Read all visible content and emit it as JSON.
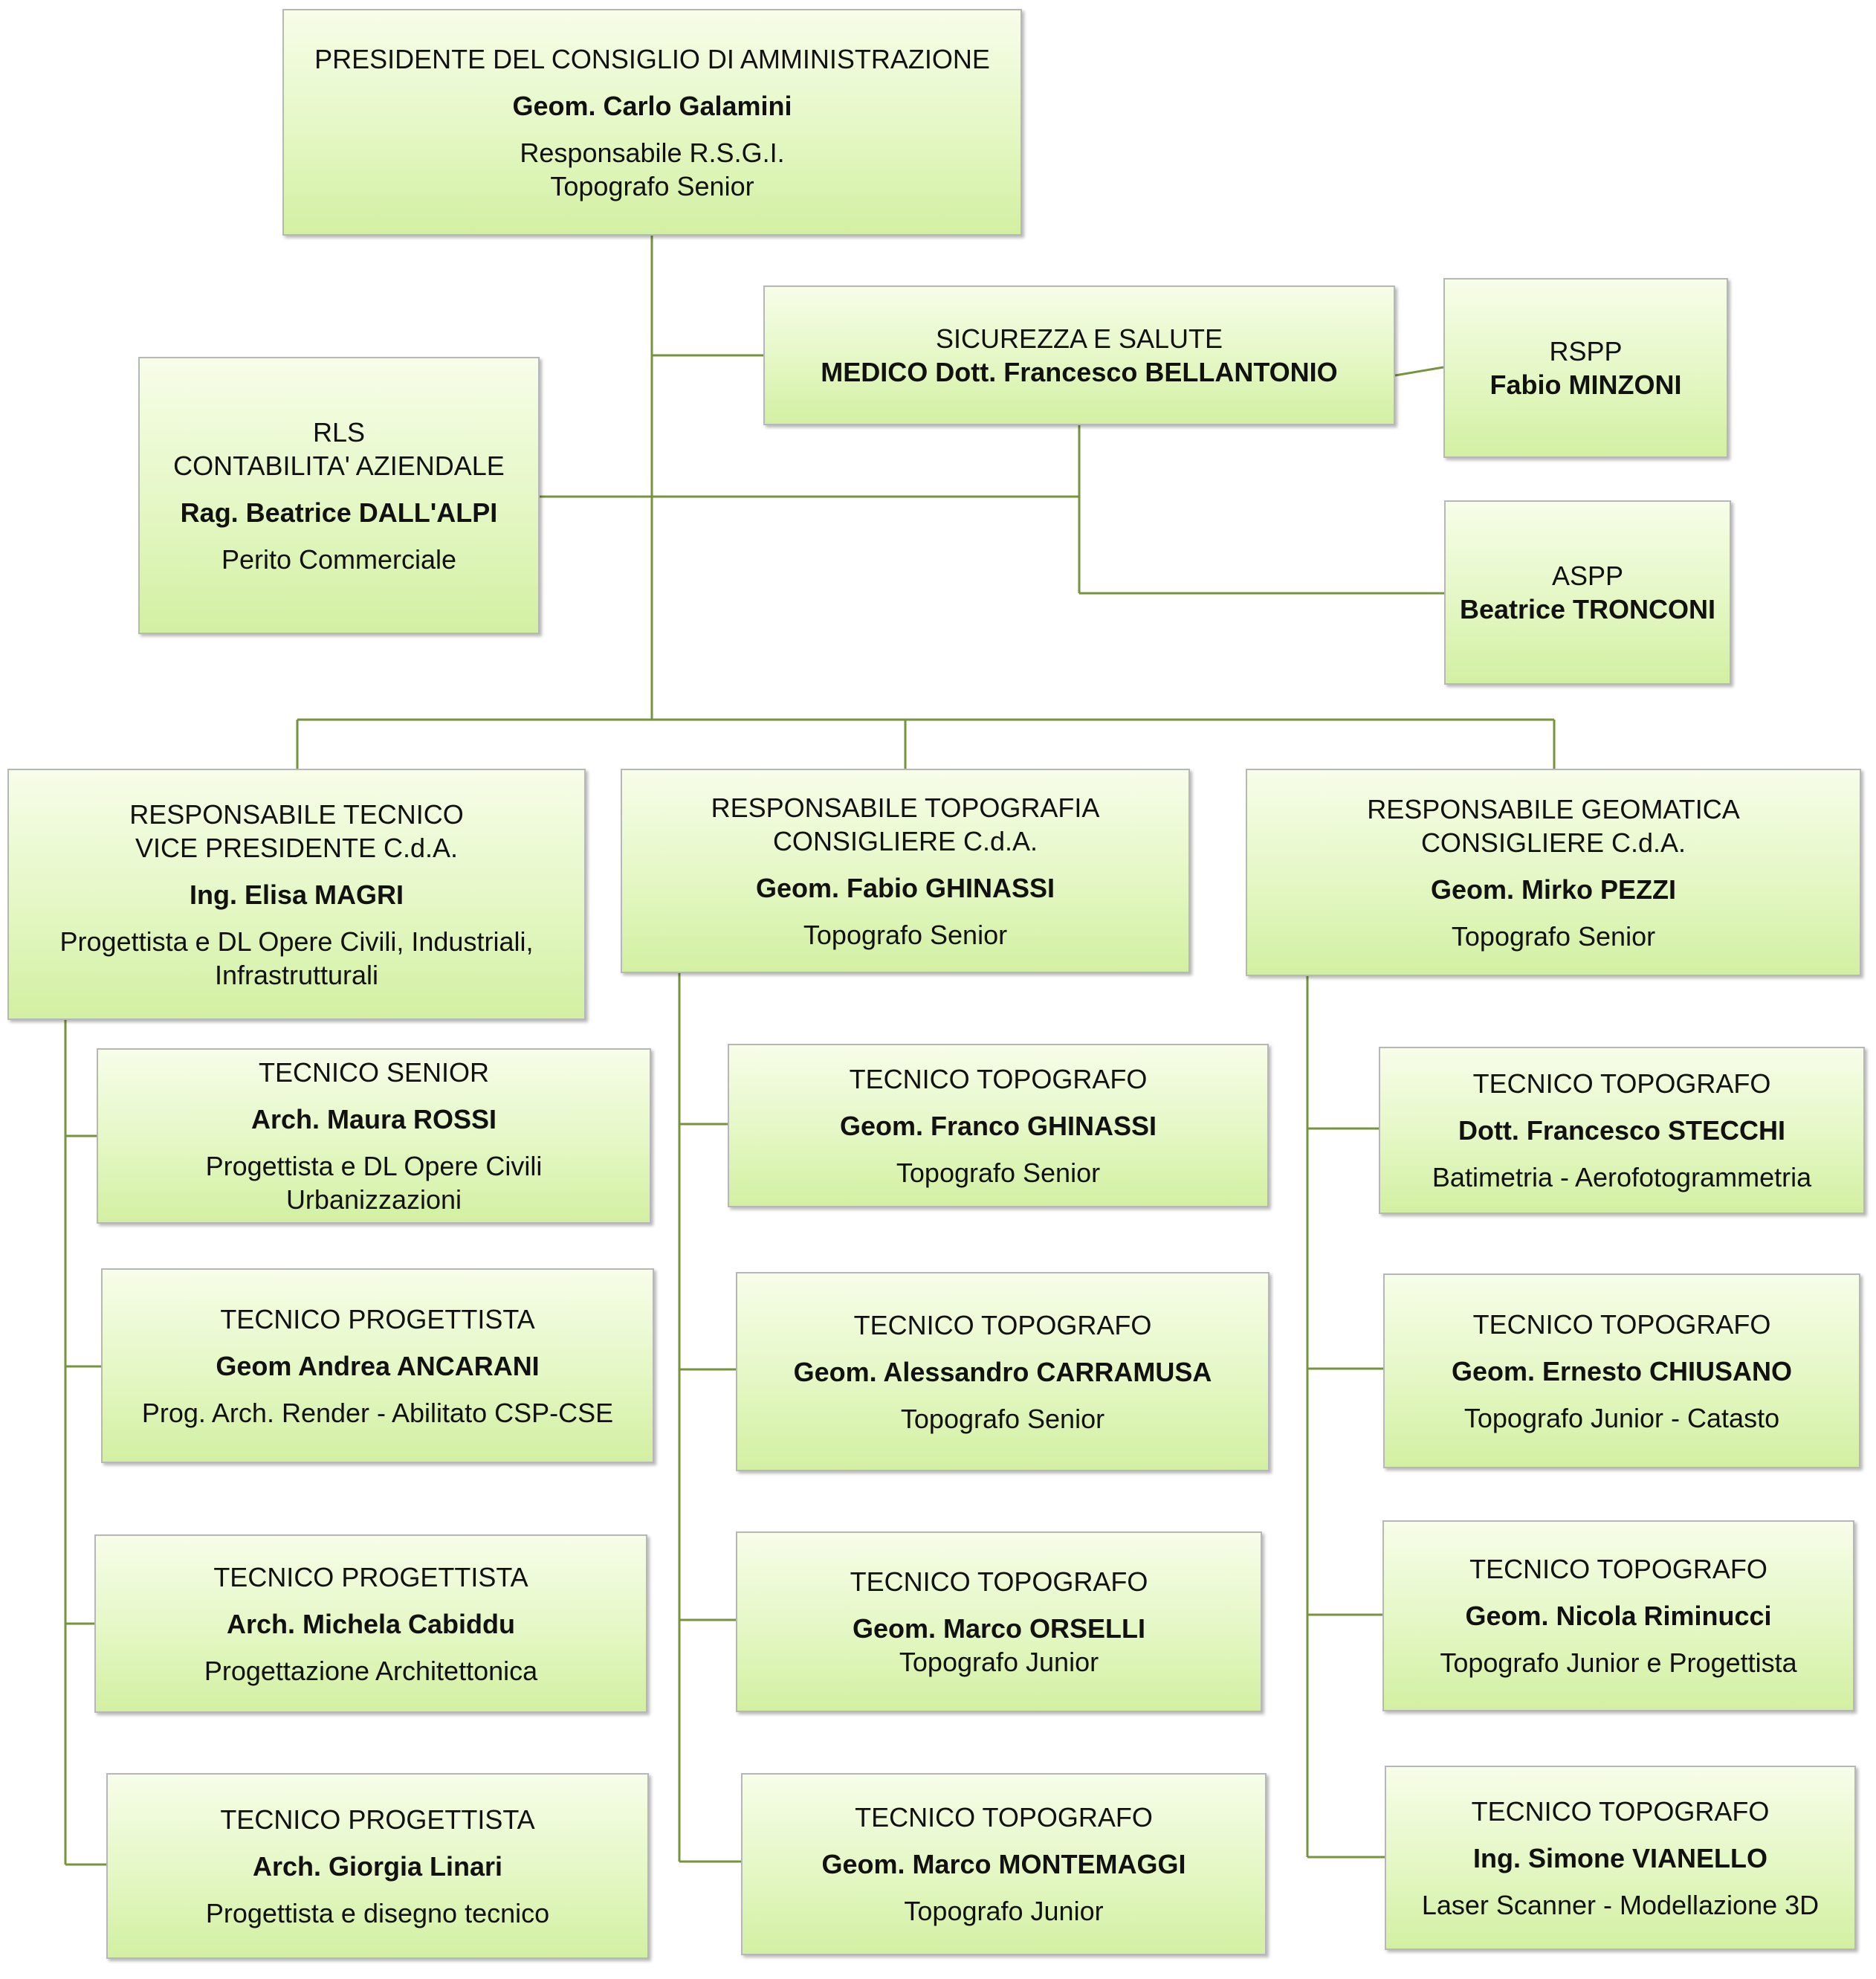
{
  "president": {
    "title": "PRESIDENTE DEL CONSIGLIO DI AMMINISTRAZIONE",
    "name": "Geom. Carlo Galamini",
    "desc": "Responsabile  R.S.G.I.\nTopografo Senior"
  },
  "safety": {
    "title": "SICUREZZA E SALUTE",
    "name": "MEDICO Dott. Francesco BELLANTONIO"
  },
  "rspp": {
    "title": "RSPP",
    "name": "Fabio MINZONI"
  },
  "aspp": {
    "title": "ASPP",
    "name": "Beatrice TRONCONI"
  },
  "rls": {
    "title": "RLS\nCONTABILITA' AZIENDALE",
    "name": "Rag. Beatrice DALL'ALPI",
    "desc": "Perito Commerciale"
  },
  "departments": [
    {
      "title": "RESPONSABILE TECNICO\nVICE PRESIDENTE C.d.A.",
      "name": "Ing. Elisa MAGRI",
      "desc": "Progettista e DL Opere Civili, Industriali,\nInfrastrutturali",
      "staff": [
        {
          "title": "TECNICO SENIOR",
          "name": "Arch. Maura ROSSI",
          "desc": "Progettista e DL Opere Civili\nUrbanizzazioni"
        },
        {
          "title": "TECNICO PROGETTISTA",
          "name": "Geom Andrea ANCARANI",
          "desc": "Prog. Arch. Render - Abilitato CSP-CSE"
        },
        {
          "title": "TECNICO PROGETTISTA",
          "name": "Arch. Michela Cabiddu",
          "desc": "Progettazione Architettonica"
        },
        {
          "title": "TECNICO PROGETTISTA",
          "name": "Arch. Giorgia Linari",
          "desc": "Progettista e disegno tecnico"
        }
      ]
    },
    {
      "title": "RESPONSABILE TOPOGRAFIA\nCONSIGLIERE C.d.A.",
      "name": "Geom. Fabio GHINASSI",
      "desc": "Topografo Senior",
      "staff": [
        {
          "title": "TECNICO TOPOGRAFO",
          "name": "Geom. Franco GHINASSI",
          "desc": "Topografo Senior"
        },
        {
          "title": "TECNICO TOPOGRAFO",
          "name": "Geom. Alessandro CARRAMUSA",
          "desc": "Topografo Senior"
        },
        {
          "title": "TECNICO TOPOGRAFO",
          "name": "Geom. Marco ORSELLI",
          "desc": "Topografo Junior"
        },
        {
          "title": "TECNICO TOPOGRAFO",
          "name": "Geom. Marco MONTEMAGGI",
          "desc": "Topografo Junior"
        }
      ]
    },
    {
      "title": "RESPONSABILE GEOMATICA\nCONSIGLIERE C.d.A.",
      "name": "Geom. Mirko PEZZI",
      "desc": "Topografo Senior",
      "staff": [
        {
          "title": "TECNICO TOPOGRAFO",
          "name": "Dott. Francesco STECCHI",
          "desc": "Batimetria  -  Aerofotogrammetria"
        },
        {
          "title": "TECNICO TOPOGRAFO",
          "name": "Geom. Ernesto CHIUSANO",
          "desc": "Topografo Junior - Catasto"
        },
        {
          "title": "TECNICO TOPOGRAFO",
          "name": "Geom. Nicola Riminucci",
          "desc": "Topografo Junior  e Progettista"
        },
        {
          "title": "TECNICO TOPOGRAFO",
          "name": "Ing. Simone VIANELLO",
          "desc": "Laser Scanner - Modellazione 3D"
        }
      ]
    }
  ]
}
